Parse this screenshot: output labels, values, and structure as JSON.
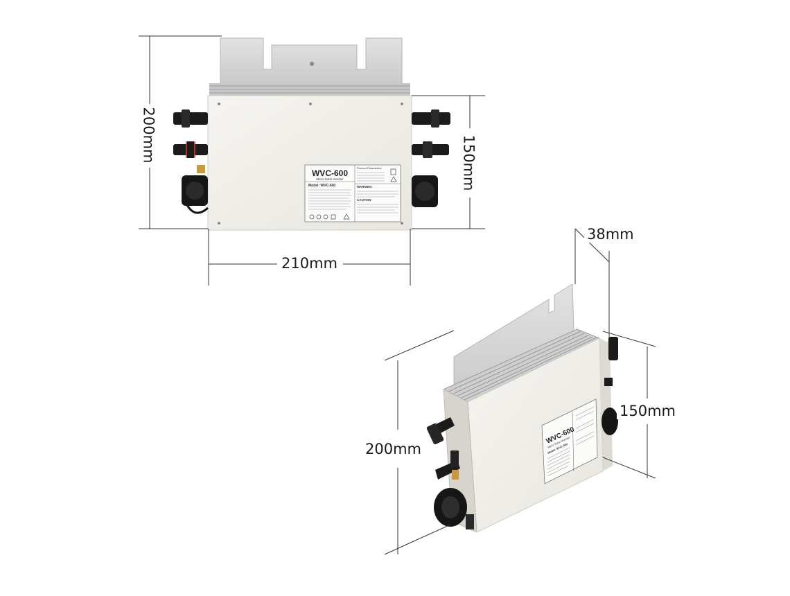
{
  "front_view": {
    "model_title": "WVC-600",
    "subtitle": "Micro Solar Inverter",
    "model_line": "Model: WVC-600",
    "params_header": "Product Parameters",
    "warning_header": "WARNING",
    "caution_header": "CAUTION",
    "height_label": "200mm",
    "depth_height_label": "150mm",
    "width_label": "210mm"
  },
  "angled_view": {
    "model_title": "WVC-600",
    "subtitle": "Micro Solar Inverter",
    "model_line": "Model: WVC-600",
    "depth_label": "38mm",
    "height_label": "200mm",
    "side_height_label": "150mm"
  },
  "colors": {
    "housing": "#f1efea",
    "bracket": "#d9d9d9",
    "line": "#333333",
    "connector": "#1b1b1b"
  }
}
